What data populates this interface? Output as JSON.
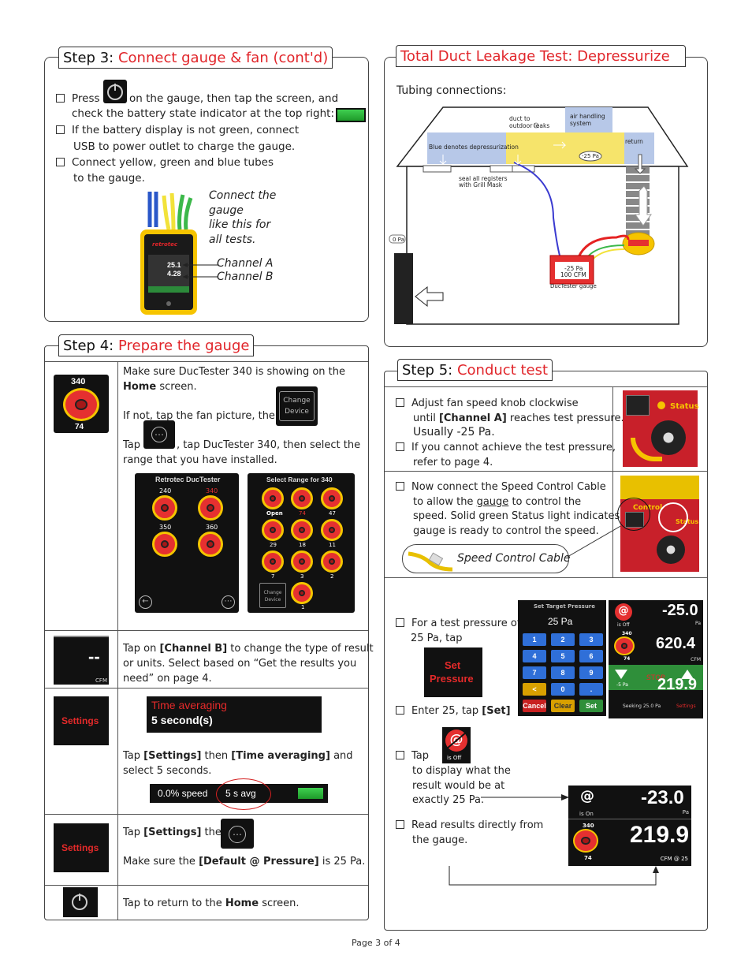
{
  "step3": {
    "step_label": "Step 3:",
    "title": "Connect gauge & fan (cont'd)",
    "press": "Press",
    "press_rest": "on the gauge, then tap the screen, and",
    "press_line2": "check the battery state indicator at the top right:",
    "battery_line1": "If the battery display is not green, connect",
    "battery_line2": "USB to power outlet to charge the gauge.",
    "tubes_line1": "Connect yellow, green and blue tubes",
    "tubes_line2": "to the gauge.",
    "caption": [
      "Connect the",
      "gauge",
      "like this for",
      "all tests."
    ],
    "channel_a": "Channel A",
    "channel_b": "Channel B",
    "gauge_brand": "retrotec",
    "gauge_vals": [
      "25.1",
      "4.28"
    ]
  },
  "total": {
    "title": "Total Duct Leakage Test: Depressurize",
    "tubing": "Tubing connections:",
    "diagram": {
      "duct_to": "duct to",
      "outdoor": "outdoor leaks",
      "air_handling": "air handling",
      "system": "system",
      "blue_denotes": "Blue denotes depressurization",
      "neg25": "-25 Pa",
      "return": "return",
      "seal": "seal all registers",
      "grill": "with Grill Mask",
      "zero_pa": "0 Pa",
      "gauge_val": "-25 Pa",
      "gauge_cfm": "100 CFM",
      "gauge_label": "DucTester gauge"
    }
  },
  "step4": {
    "step_label": "Step 4:",
    "title": "Prepare the gauge",
    "r1": {
      "tile_top": "340",
      "tile_bottom": "74",
      "l1": "Make sure DucTester 340 is showing on the",
      "l2_bold": "Home",
      "l2_rest": "screen.",
      "l3": "If not, tap the fan picture, then",
      "change_device_1": "Change",
      "change_device_2": "Device",
      "tap": "Tap",
      "tap_rest": ", tap DucTester 340, then select the",
      "l5": "range that you have installed.",
      "screen1_title": "Retrotec DucTester",
      "screen1_fans": [
        "240",
        "340",
        "350",
        "360"
      ],
      "screen2_title": "Select Range for 340",
      "screen2_labels": [
        "Open",
        "74",
        "47",
        "29",
        "18",
        "11",
        "7",
        "3",
        "2",
        "1"
      ],
      "screen2_change": [
        "Change",
        "Device"
      ]
    },
    "r2": {
      "tile_val": "--",
      "tile_unit": "CFM",
      "l1_pre": "Tap on",
      "l1_bold": "[Channel B]",
      "l1_rest": "to change the type of result",
      "l2": "or units. Select based on “Get the results you",
      "l3": "need” on page 4."
    },
    "r3": {
      "settings": "Settings",
      "time_avg": "Time averaging",
      "five_sec": "5 second(s)",
      "l1_pre": "Tap",
      "l1_b1": "[Settings]",
      "l1_mid": "then",
      "l1_b2": "[Time averaging]",
      "l1_rest": "and",
      "l2": "select 5 seconds.",
      "speed": "0.0% speed",
      "savg": "5 s avg"
    },
    "r4": {
      "settings": "Settings",
      "l1_pre": "Tap",
      "l1_b1": "[Settings]",
      "l1_mid": "then",
      "l2_pre": "Make sure the",
      "l2_bold": "[Default @ Pressure]",
      "l2_rest": "is 25 Pa."
    },
    "r5": {
      "l1_pre": "Tap to return to the",
      "l1_bold": "Home",
      "l1_rest": "screen."
    }
  },
  "step5": {
    "step_label": "Step 5:",
    "title": "Conduct test",
    "a1": "Adjust fan speed knob clockwise",
    "a2_pre": "until",
    "a2_bold": "[Channel A]",
    "a2_rest": "reaches test pressure.",
    "a3": "Usually -25 Pa.",
    "a4": "If you cannot achieve the test pressure,",
    "a5": "refer to page 4.",
    "status": "Status",
    "b1": "Now connect the Speed Control Cable",
    "b2_pre": "to allow the",
    "b2_u": "gauge",
    "b2_rest": "to control the",
    "b3": "speed. Solid green Status light indicates",
    "b4": "gauge is ready to control the speed.",
    "cable_caption": "Speed Control Cable",
    "control": "Control",
    "status2": "Status",
    "c1": "For a test pressure of",
    "c2": "25 Pa, tap",
    "set_pressure_1": "Set",
    "set_pressure_2": "Pressure",
    "c3_pre": "Enter 25, tap",
    "c3_bold": "[Set]",
    "keypad_title": "Set Target Pressure",
    "keypad_value": "25 Pa",
    "keys": [
      "1",
      "2",
      "3",
      "4",
      "5",
      "6",
      "7",
      "8",
      "9",
      "<",
      "0",
      ".",
      "Cancel",
      "Clear",
      "Set"
    ],
    "scr_top": "-25.0",
    "scr_top_unit": "Pa",
    "scr_is_off": "is Off",
    "scr_mid": "620.4",
    "scr_mid_unit": "CFM",
    "scr_fan_top": "340",
    "scr_fan_bottom": "74",
    "scr_low": "219.9",
    "scr_stop": "STOP",
    "scr_neg5": "-5 Pa",
    "scr_seeking": "Seeking 25.0 Pa",
    "scr_settings": "Settings",
    "d1": "Tap",
    "d2": "to display what the",
    "d3": "result would be at",
    "d4": "exactly 25 Pa.",
    "d_is_off": "is Off",
    "e1": "Read results directly from",
    "e2": "the gauge.",
    "res_top": "-23.0",
    "res_top_unit": "Pa",
    "res_is_on": "is On",
    "res_fan_top": "340",
    "res_fan_bottom": "74",
    "res_val": "219.9",
    "res_unit": "CFM @ 25"
  },
  "footer": "Page 3 of 4"
}
